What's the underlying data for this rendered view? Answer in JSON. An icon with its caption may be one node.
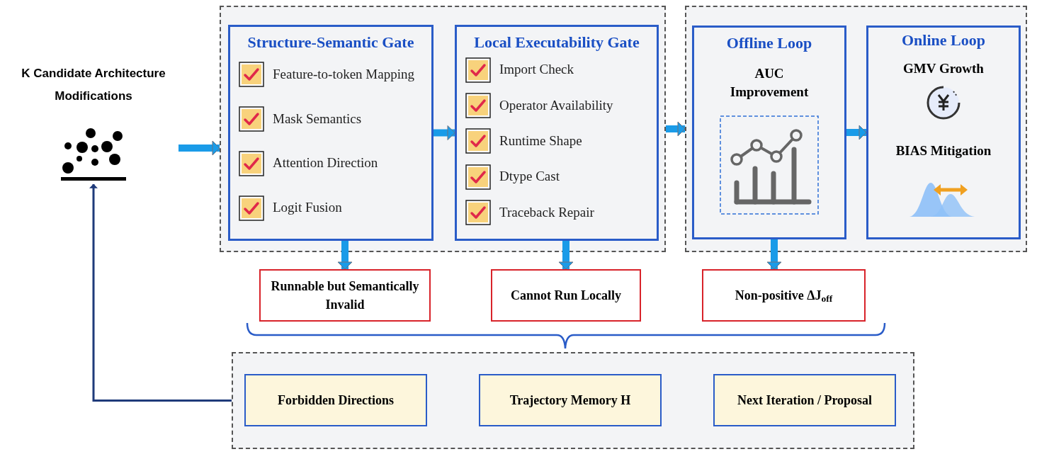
{
  "diagram": {
    "nodes": [
      {
        "text": [
          "K Candidate Architecture Modifications"
        ]
      },
      {
        "text": [],
        "shape": "box"
      },
      {
        "text": [
          "Structure-Semantic Gate",
          "Feature-to-token Mapping",
          "Mask Semantics",
          "Attention Direction",
          "Logit Fusion"
        ],
        "in": 1
      },
      {
        "text": [
          "Local Executability Gate",
          "Import Check",
          "Operator Availability",
          "Runtime Shape",
          "Dtype Cast",
          "Traceback Repair"
        ],
        "in": 1
      },
      {
        "text": [],
        "shape": "box"
      },
      {
        "text": [
          "Offline Loop",
          "AUC Improvement"
        ],
        "in": 4
      },
      {
        "text": [
          "Online Loop",
          "GMV Growth",
          "BIAS Mitigation"
        ],
        "in": 4
      },
      {
        "text": [
          "Runnable but Semantically Invalid"
        ]
      },
      {
        "text": [
          "Cannot Run Locally"
        ]
      },
      {
        "text": [
          "Non-positive ΔJ$_{off}$"
        ]
      },
      {
        "text": [],
        "shape": "box"
      },
      {
        "text": [
          "Forbidden Directions"
        ],
        "in": 10
      },
      {
        "text": [
          "Trajectory Memory H"
        ],
        "in": 10
      },
      {
        "text": [
          "Next Iteration / Proposal"
        ],
        "in": 10
      }
    ],
    "edges": [
      {
        "from": 0,
        "to": 1,
        "arrow": "to"
      },
      {
        "from": 2,
        "to": 3,
        "arrow": "to"
      },
      {
        "from": 1,
        "to": 4,
        "arrow": "to"
      },
      {
        "from": 5,
        "to": 6,
        "arrow": "to"
      },
      {
        "from": 2,
        "to": 7,
        "arrow": "to"
      },
      {
        "from": 3,
        "to": 8,
        "arrow": "to"
      },
      {
        "from": 5,
        "to": 9,
        "arrow": "to"
      },
      {
        "from": 10,
        "to": 0,
        "arrow": "to",
        "color": "#1f3a7a"
      }
    ]
  }
}
